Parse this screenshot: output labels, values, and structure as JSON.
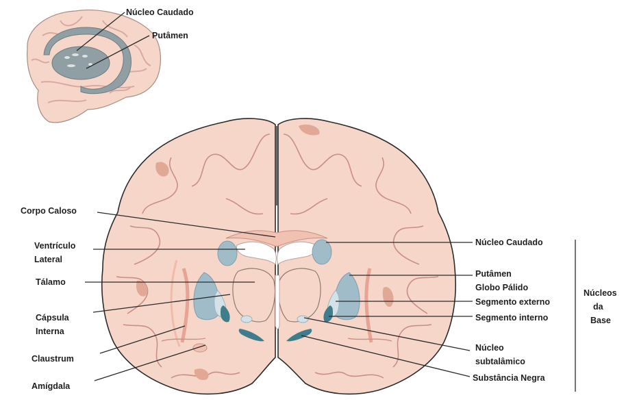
{
  "colors": {
    "brain_fill": "#f5d6c8",
    "brain_outline": "#2b2b2b",
    "cortex_line": "#c98e86",
    "ventricle": "#ffffff",
    "nucleus_light": "#9fbcc8",
    "nucleus_dark": "#3f7d8c",
    "nucleus_pale": "#d3e2e6",
    "inset_caudate": "#8f9fa4",
    "white_matter_streak": "#e7a393"
  },
  "inset_labels": {
    "caudate": "Núcleo Caudado",
    "putamen": "Putâmen"
  },
  "left_labels": {
    "corpus_callosum": "Corpo Caloso",
    "lateral_ventricle_1": "Ventrículo",
    "lateral_ventricle_2": "Lateral",
    "thalamus": "Tálamo",
    "internal_capsule_1": "Cápsula",
    "internal_capsule_2": "Interna",
    "claustrum": "Claustrum",
    "amygdala": "Amígdala"
  },
  "right_labels": {
    "caudate": "Núcleo Caudado",
    "putamen": "Putâmen",
    "globus_pallidus": "Globo Pálido",
    "external_segment": "Segmento externo",
    "internal_segment": "Segmento interno",
    "subthalamic_1": "Núcleo",
    "subthalamic_2": "subtalâmico",
    "substantia_nigra": "Substância Negra"
  },
  "group_label": {
    "line1": "Núcleos",
    "line2": "da",
    "line3": "Base"
  }
}
